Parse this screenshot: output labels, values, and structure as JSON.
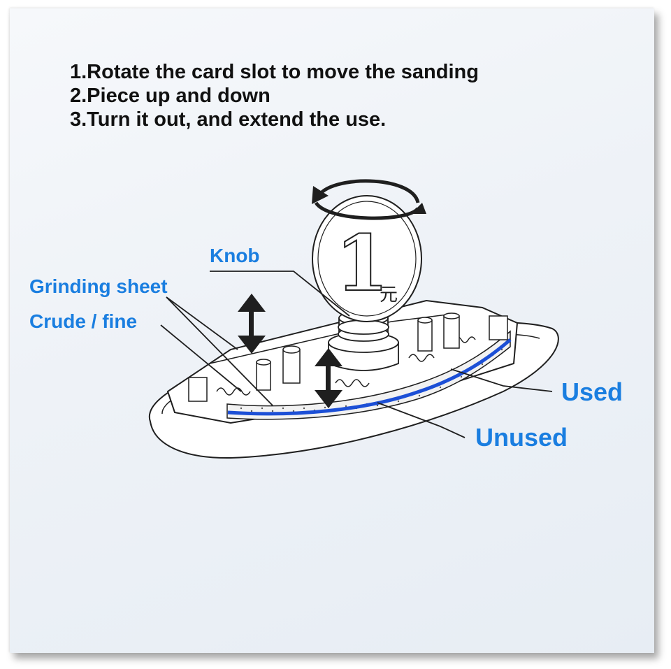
{
  "instructions": [
    "1.Rotate the card slot to move the sanding",
    "2.Piece up and down",
    "3.Turn it out, and extend the use."
  ],
  "labels": {
    "knob": "Knob",
    "grinding_sheet": "Grinding sheet",
    "crude_fine": "Crude / fine",
    "used": "Used",
    "unused": "Unused"
  },
  "coin": {
    "numeral": "1",
    "currency": "元"
  },
  "colors": {
    "label_blue": "#1a7ee0",
    "stripe_blue": "#1c4fd6",
    "line": "#1f1f1f"
  }
}
